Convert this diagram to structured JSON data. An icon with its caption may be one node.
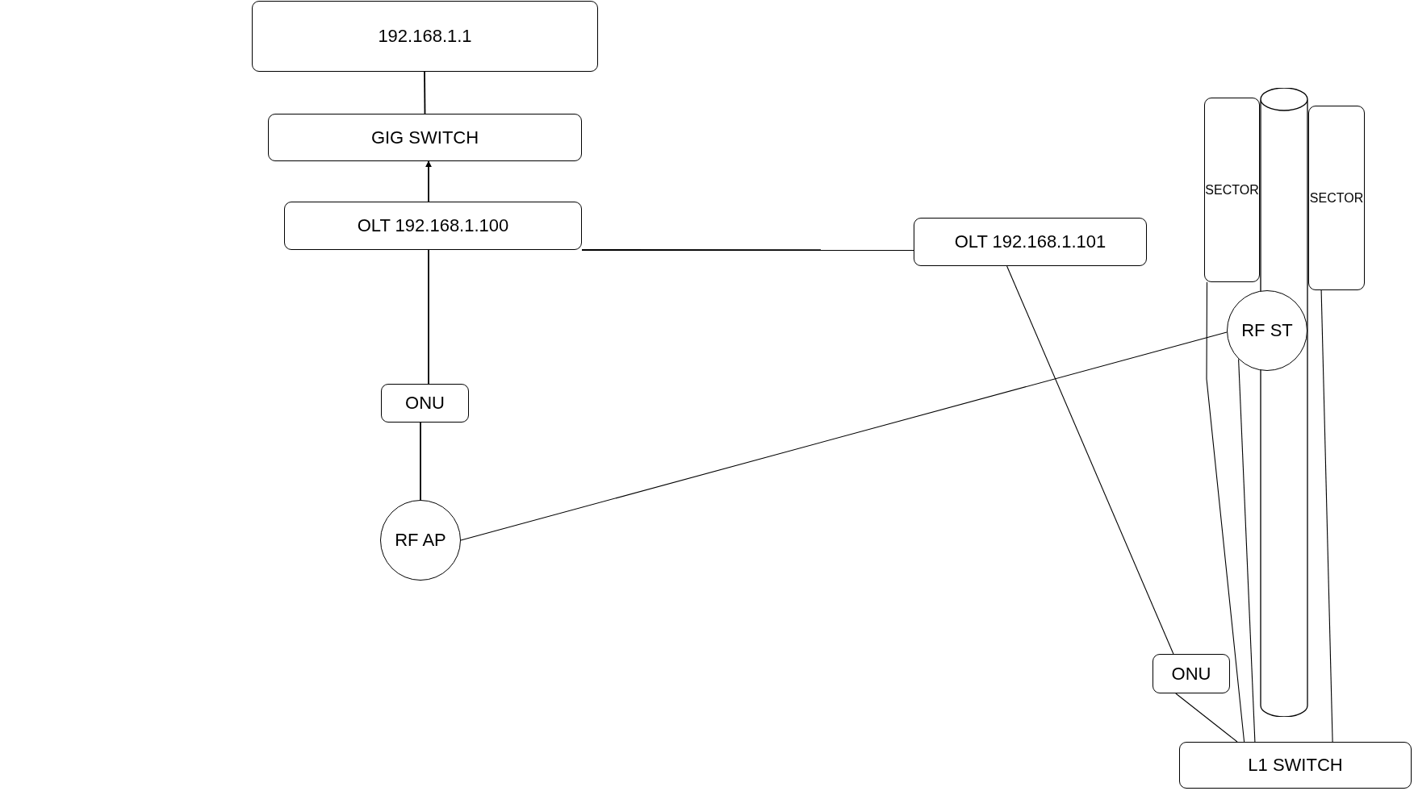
{
  "diagram": {
    "nodes": [
      {
        "text": [
          "192.168.1.1"
        ]
      },
      {
        "text": [
          "GIG SWITCH"
        ]
      },
      {
        "text": [
          "OLT 192.168.1.100"
        ]
      },
      {
        "text": [
          "OLT 192.168.1.101"
        ]
      },
      {
        "text": [
          "SECTOR"
        ]
      },
      {
        "text": [],
        "shape": "cylinder"
      },
      {
        "text": [
          "SECTOR"
        ]
      },
      {
        "text": [
          "RF ST"
        ]
      },
      {
        "text": [
          "ONU"
        ]
      },
      {
        "text": [
          "RF AP"
        ]
      },
      {
        "text": [
          "ONU"
        ]
      },
      {
        "text": [
          "L1 SWITCH"
        ]
      }
    ],
    "edges": [
      {
        "from": 2,
        "to": 1,
        "arrow": "to"
      },
      {
        "from": 1,
        "to": 0,
        "arrow": "none"
      },
      {
        "from": 2,
        "to": 3,
        "arrow": "none"
      },
      {
        "from": 2,
        "to": 8,
        "arrow": "none"
      },
      {
        "from": 8,
        "to": 9,
        "arrow": "none"
      },
      {
        "from": 9,
        "to": 7,
        "arrow": "none"
      },
      {
        "from": 3,
        "to": 10,
        "arrow": "none"
      },
      {
        "from": 10,
        "to": 11,
        "arrow": "none"
      },
      {
        "from": 4,
        "to": 11,
        "arrow": "none"
      },
      {
        "from": 7,
        "to": 11,
        "arrow": "none"
      },
      {
        "from": 6,
        "to": 11,
        "arrow": "none"
      }
    ]
  }
}
